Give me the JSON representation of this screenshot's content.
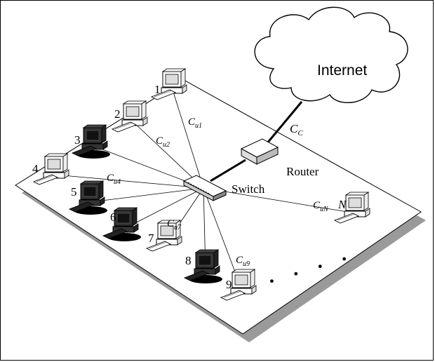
{
  "cloud_label": "Internet",
  "router_label": "Router",
  "switch_label": "Switch",
  "uplink": {
    "base": "C",
    "sub": "C"
  },
  "computers": [
    {
      "id": "1",
      "style": "light",
      "link": {
        "base": "C",
        "sub": "u1"
      }
    },
    {
      "id": "2",
      "style": "light",
      "link": {
        "base": "C",
        "sub": "u2"
      }
    },
    {
      "id": "3",
      "style": "dark",
      "link": null
    },
    {
      "id": "4",
      "style": "light",
      "link": {
        "base": "C",
        "sub": "u4"
      }
    },
    {
      "id": "5",
      "style": "dark",
      "link": null
    },
    {
      "id": "6",
      "style": "dark",
      "link": null
    },
    {
      "id": "7",
      "style": "light",
      "link": {
        "base": "C",
        "sub": "u7"
      }
    },
    {
      "id": "8",
      "style": "dark",
      "link": null
    },
    {
      "id": "9",
      "style": "light",
      "link": {
        "base": "C",
        "sub": "u9"
      }
    },
    {
      "id": "N",
      "style": "light",
      "link": {
        "base": "C",
        "sub": "uN"
      }
    }
  ],
  "ellipsis": "• • • •"
}
